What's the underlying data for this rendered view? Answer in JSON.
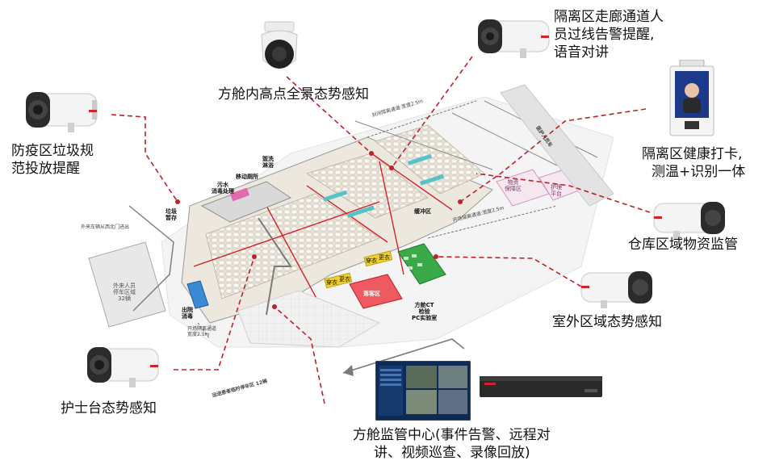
{
  "callouts": {
    "waste": [
      "防疫区垃圾规",
      "范投放提醒"
    ],
    "panorama": "方舱内高点全景态势感知",
    "corridor": [
      "隔离区走廊通道人",
      "员过线告警提醒,",
      "语音对讲"
    ],
    "health": [
      "隔离区健康打卡,",
      "测温+识别一体"
    ],
    "warehouse": "仓库区域物资监管",
    "outdoor": "室外区域态势感知",
    "nurse": "护士台态势感知",
    "center": [
      "方舱监管中心(事件告警、远程对",
      "讲、视频巡查、录像回放)"
    ]
  },
  "map_labels": {
    "garbage": [
      "垃圾",
      "暂存"
    ],
    "sewage": [
      "污水",
      "消毒处理"
    ],
    "toilet": "移动厕所",
    "wash": [
      "盥洗",
      "淋浴"
    ],
    "buffer": "缓冲区",
    "supply": [
      "物资",
      "保障区"
    ],
    "nurse_platform": [
      "护理",
      "平台"
    ],
    "delivery": "落客区",
    "ct_lab": [
      "方舱CT",
      "检验",
      "PC实验室"
    ],
    "exit": [
      "出院",
      "消毒"
    ],
    "closed_channel": "封闭隔离通道:宽度2.5m",
    "open_channel_right": "开场隔离通道:宽度2.5m",
    "open_channel_left": [
      "开场隔离通道",
      "宽度2.5m"
    ],
    "vehicle_entry": "外来车辆从西北门进出",
    "parking": [
      "外来人员",
      "停车区域",
      "32辆"
    ],
    "medical_vehicle": "医护人员车",
    "transport_parking": "运送患者临时停车区 12辆",
    "dressing_a": "穿衣",
    "changing_a": "更衣",
    "dressing_b": "穿衣",
    "changing_b": "更衣"
  },
  "colors": {
    "dashed_line": "#c0202a",
    "accent_red": "#d2232a"
  }
}
